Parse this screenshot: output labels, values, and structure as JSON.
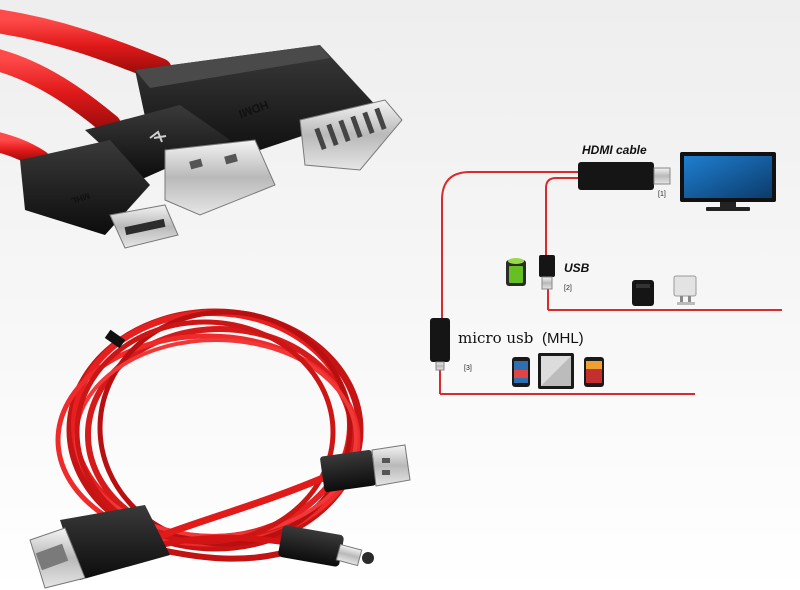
{
  "diagram": {
    "hdmi_label": "HDMI cable",
    "usb_label": "USB",
    "micro_label": "micro usb",
    "mhl_label": "(MHL)",
    "index_1": "[1]",
    "index_2": "[2]",
    "index_3": "[3]"
  },
  "connector_prints": {
    "hdmi_plug_text": "HDMI",
    "micro_plug_text": "MHL"
  },
  "colors": {
    "cable_red": "#e11a1a",
    "connector_black": "#151515",
    "metal": "#bdbdbd",
    "diagram_line": "#d92b2b",
    "background_top": "#f2f2f2"
  }
}
